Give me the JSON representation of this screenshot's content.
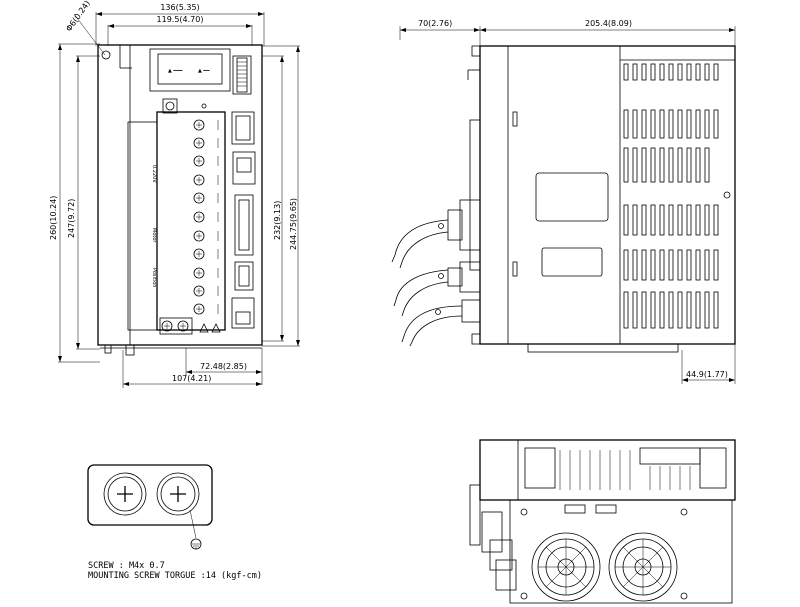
{
  "dimensions": {
    "front": {
      "width_overall": "136(5.35)",
      "width_inner": "119.5(4.70)",
      "hole": "Φ6(0.24)",
      "height_overall": "260(10.24)",
      "height_mount": "247(9.72)",
      "height_body": "232(9.13)",
      "height_depth": "244.75(9.65)",
      "bottom_offset": "72.48(2.85)",
      "bottom_width": "107(4.21)"
    },
    "side": {
      "front_offset": "70(2.76)",
      "depth": "205.4(8.09)",
      "base_offset": "44.9(1.77)"
    }
  },
  "panel_labels": {
    "voltage": "0.220V",
    "motor": "Motor",
    "position": "Position"
  },
  "notes": {
    "screw": "SCREW : M4x 0.7",
    "torque": "MOUNTING SCREW TORGUE :14 (kgf-cm)"
  }
}
